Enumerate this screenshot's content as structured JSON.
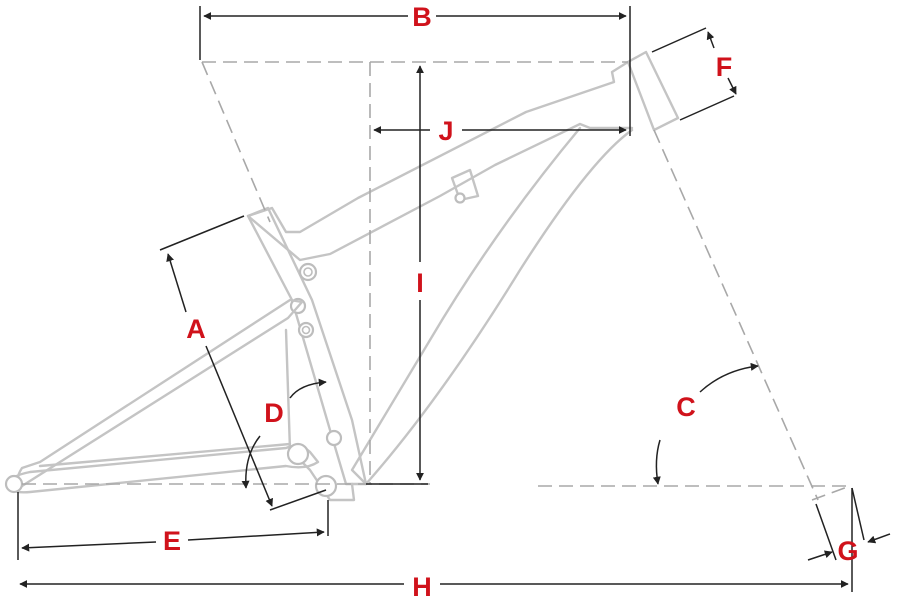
{
  "diagram": {
    "accent_color": "#d0121b",
    "line_color": "#c4c4c4",
    "dimension_color": "#222222",
    "labels": {
      "A": "A",
      "B": "B",
      "C": "C",
      "D": "D",
      "E": "E",
      "F": "F",
      "G": "G",
      "H": "H",
      "I": "I",
      "J": "J"
    }
  }
}
